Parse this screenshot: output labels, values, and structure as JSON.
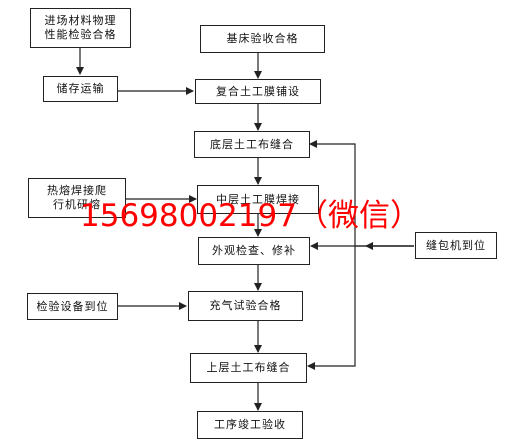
{
  "nodes": {
    "incoming_material_test": [
      "进场材料物理",
      "性能检验合格"
    ],
    "base_acceptance": "基床验收合格",
    "storage_transport": "储存运输",
    "geomembrane_laying": "复合土工膜铺设",
    "bottom_geotextile_sewing": "底层土工布缝合",
    "hot_melt_welder": [
      "热熔焊接爬",
      "行机研熔"
    ],
    "middle_geomembrane_welding": "中层土工膜焊接",
    "visual_inspection_repair": "外观检查、修补",
    "sewing_machine_ready": "缝包机到位",
    "test_equipment_ready": "检验设备到位",
    "inflation_test": "充气试验合格",
    "top_geotextile_sewing": "上层土工布缝合",
    "final_acceptance": "工序竣工验收"
  },
  "watermark": "15698002197（微信）",
  "colors": {
    "line": "#222222",
    "watermark": "#ff0000"
  }
}
